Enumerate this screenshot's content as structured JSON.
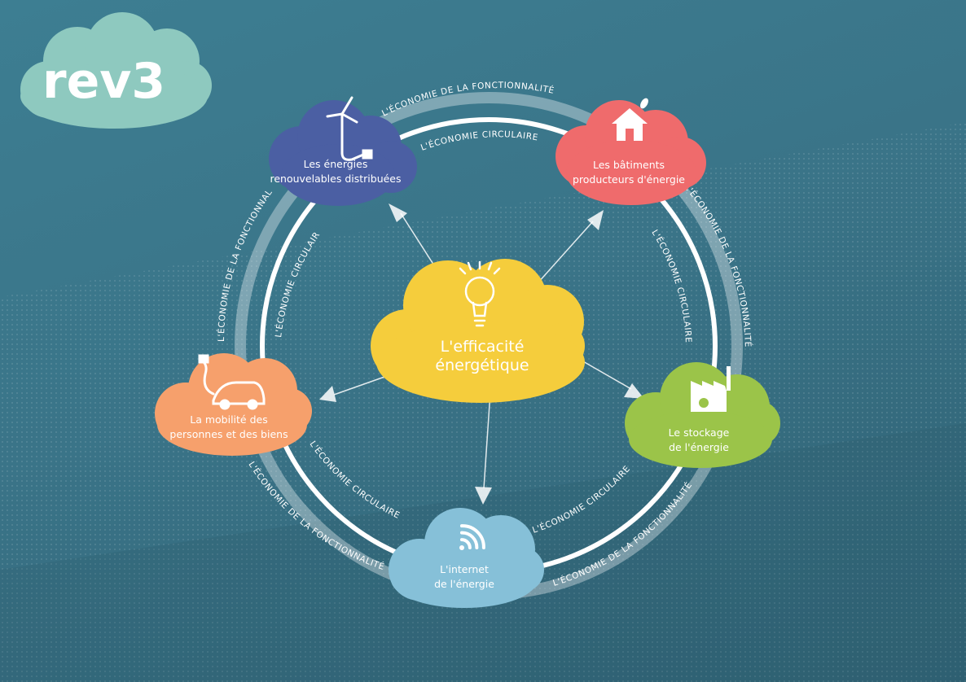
{
  "logo": {
    "text": "rev3",
    "color": "#8ec9bf"
  },
  "ring": {
    "outer_label": "L'ÉCONOMIE DE LA FONCTIONNALITÉ",
    "inner_label": "L'ÉCONOMIE CIRCULAIRE"
  },
  "center": {
    "lines": [
      "L'efficacité",
      "énergétique"
    ],
    "color": "#f5cd3c",
    "icon": "lightbulb-icon"
  },
  "pillars": [
    {
      "lines": [
        "Les énergies",
        "renouvelables distribuées"
      ],
      "color": "#4b5fa3",
      "icon": "wind-turbine-plug-icon"
    },
    {
      "lines": [
        "Les bâtiments",
        "producteurs d'énergie"
      ],
      "color": "#ef6b6c",
      "icon": "house-leaf-icon"
    },
    {
      "lines": [
        "Le stockage",
        "de l'énergie"
      ],
      "color": "#9bc449",
      "icon": "factory-leaf-icon"
    },
    {
      "lines": [
        "L'internet",
        "de l'énergie"
      ],
      "color": "#86c0d8",
      "icon": "wifi-icon"
    },
    {
      "lines": [
        "La mobilité des",
        "personnes et des biens"
      ],
      "color": "#f6a06c",
      "icon": "electric-car-icon"
    }
  ]
}
